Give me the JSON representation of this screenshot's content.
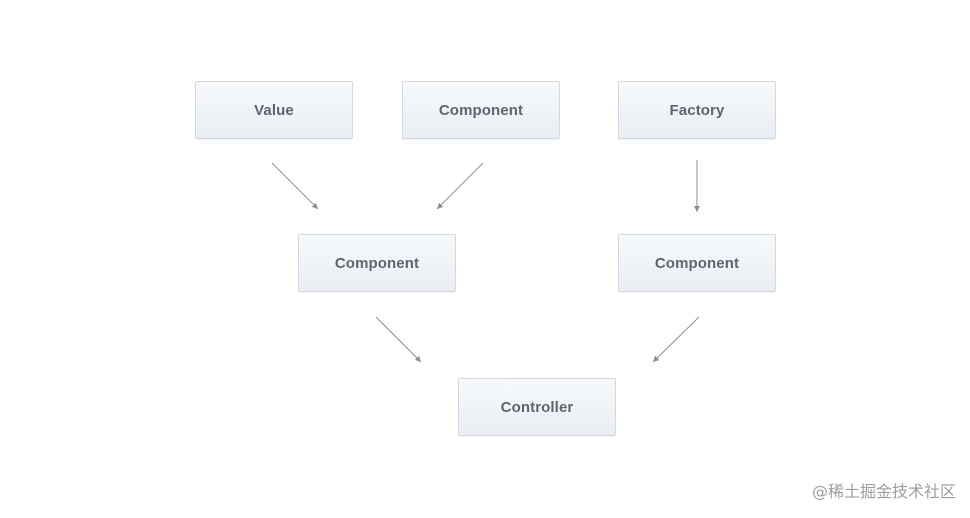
{
  "nodes": {
    "value": "Value",
    "component_top": "Component",
    "factory": "Factory",
    "component_mid_left": "Component",
    "component_mid_right": "Component",
    "controller": "Controller"
  },
  "edges": [
    {
      "from": "value",
      "to": "component_mid_left"
    },
    {
      "from": "component_top",
      "to": "component_mid_left"
    },
    {
      "from": "factory",
      "to": "component_mid_right"
    },
    {
      "from": "component_mid_left",
      "to": "controller"
    },
    {
      "from": "component_mid_right",
      "to": "controller"
    }
  ],
  "colors": {
    "node_border": "#d3d8de",
    "node_text": "#5c6670",
    "arrow": "#8a8f94"
  },
  "watermark": "@稀土掘金技术社区"
}
